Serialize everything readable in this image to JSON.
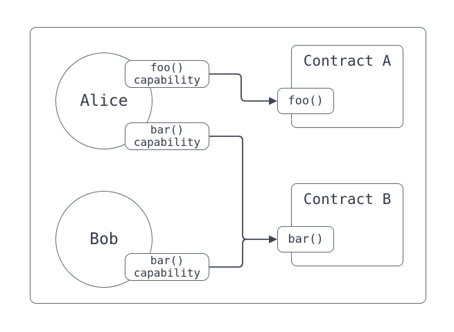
{
  "diagram": {
    "actors": [
      {
        "name": "Alice"
      },
      {
        "name": "Bob"
      }
    ],
    "capabilities": [
      {
        "owner": "Alice",
        "function": "foo()",
        "label": "capability"
      },
      {
        "owner": "Alice",
        "function": "bar()",
        "label": "capability"
      },
      {
        "owner": "Bob",
        "function": "bar()",
        "label": "capability"
      }
    ],
    "contracts": [
      {
        "title": "Contract A",
        "function": "foo()"
      },
      {
        "title": "Contract B",
        "function": "bar()"
      }
    ],
    "connections": [
      {
        "from": "Alice foo() capability",
        "to": "Contract A foo()"
      },
      {
        "from": "Alice bar() capability",
        "to": "Contract B bar()"
      },
      {
        "from": "Bob bar() capability",
        "to": "Contract B bar()"
      }
    ],
    "colors": {
      "background": "#ffffff",
      "shape_border": "#5d6472",
      "connector": "#3e4552",
      "text": "#333b49"
    }
  }
}
